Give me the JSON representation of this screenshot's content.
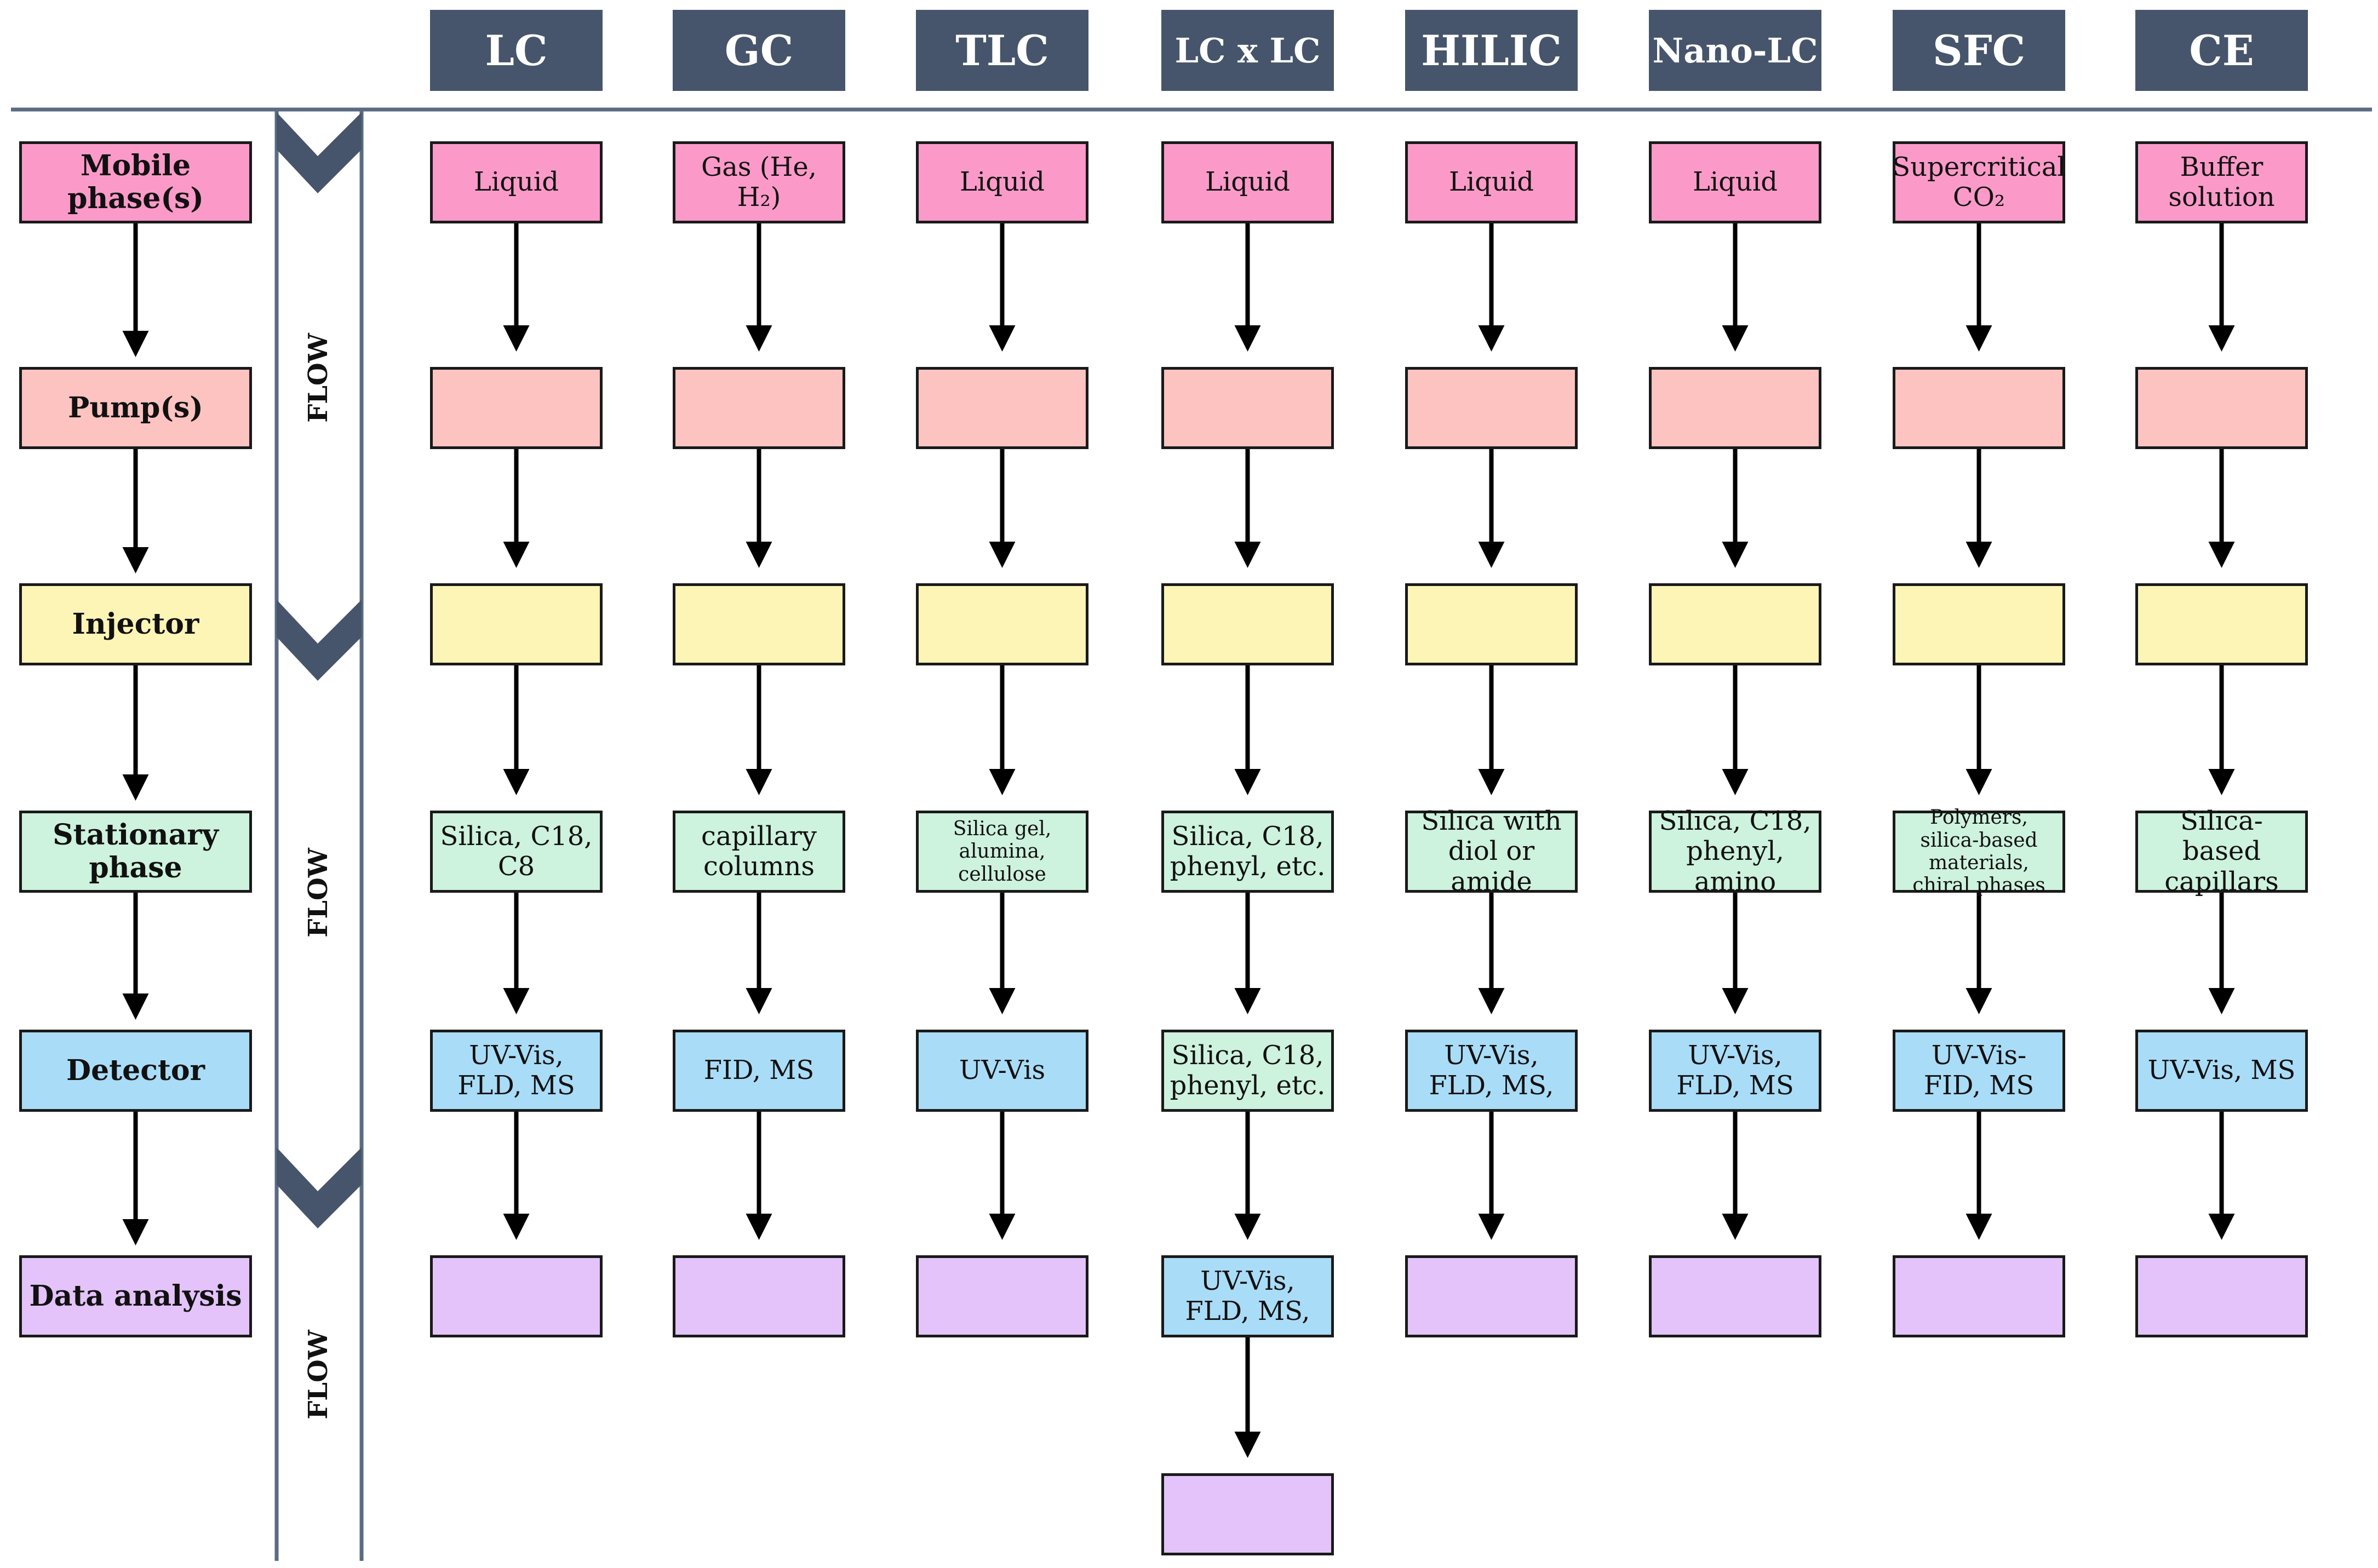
{
  "colors": {
    "header_bg": "#46556b",
    "axis_line": "#5a6b82",
    "mobile": "#fb9ac8",
    "pump": "#fdc3c1",
    "injector": "#fdf5b6",
    "stationary": "#cdf2dd",
    "detector": "#a9dcf7",
    "data": "#e3c3fa"
  },
  "headers": [
    "LC",
    "GC",
    "TLC",
    "LC x LC",
    "HILIC",
    "Nano-LC",
    "SFC",
    "CE"
  ],
  "row_labels": [
    {
      "text": "Mobile phase(s)",
      "color": "mobile"
    },
    {
      "text": "Pump(s)",
      "color": "pump"
    },
    {
      "text": "Injector",
      "color": "injector"
    },
    {
      "text": "Stationary phase",
      "color": "stationary"
    },
    {
      "text": "Detector",
      "color": "detector"
    },
    {
      "text": "Data analysis",
      "color": "data"
    }
  ],
  "flow_label": "FLOW",
  "columns": [
    {
      "cells": [
        {
          "color": "mobile",
          "text": "Liquid"
        },
        {
          "color": "pump",
          "text": ""
        },
        {
          "color": "injector",
          "text": ""
        },
        {
          "color": "stationary",
          "text": "Silica, C18, C8"
        },
        {
          "color": "detector",
          "text": "UV-Vis, FLD, MS"
        },
        {
          "color": "data",
          "text": ""
        }
      ]
    },
    {
      "cells": [
        {
          "color": "mobile",
          "text": "Gas (He, H₂)"
        },
        {
          "color": "pump",
          "text": ""
        },
        {
          "color": "injector",
          "text": ""
        },
        {
          "color": "stationary",
          "text": "capillary columns"
        },
        {
          "color": "detector",
          "text": "FID, MS"
        },
        {
          "color": "data",
          "text": ""
        }
      ]
    },
    {
      "cells": [
        {
          "color": "mobile",
          "text": "Liquid"
        },
        {
          "color": "pump",
          "text": ""
        },
        {
          "color": "injector",
          "text": ""
        },
        {
          "color": "stationary",
          "text": "Silica gel, alumina, cellulose",
          "small": true
        },
        {
          "color": "detector",
          "text": "UV-Vis"
        },
        {
          "color": "data",
          "text": ""
        }
      ]
    },
    {
      "cells": [
        {
          "color": "mobile",
          "text": "Liquid"
        },
        {
          "color": "pump",
          "text": ""
        },
        {
          "color": "injector",
          "text": ""
        },
        {
          "color": "stationary",
          "text": "Silica, C18, phenyl, etc."
        },
        {
          "color": "stationary",
          "text": "Silica, C18, phenyl, etc."
        },
        {
          "color": "detector",
          "text": "UV-Vis, FLD, MS,"
        },
        {
          "color": "data",
          "text": ""
        }
      ]
    },
    {
      "cells": [
        {
          "color": "mobile",
          "text": "Liquid"
        },
        {
          "color": "pump",
          "text": ""
        },
        {
          "color": "injector",
          "text": ""
        },
        {
          "color": "stationary",
          "text": "Silica with diol or amide"
        },
        {
          "color": "detector",
          "text": "UV-Vis, FLD, MS,"
        },
        {
          "color": "data",
          "text": ""
        }
      ]
    },
    {
      "cells": [
        {
          "color": "mobile",
          "text": "Liquid"
        },
        {
          "color": "pump",
          "text": ""
        },
        {
          "color": "injector",
          "text": ""
        },
        {
          "color": "stationary",
          "text": "Silica, C18, phenyl, amino"
        },
        {
          "color": "detector",
          "text": "UV-Vis, FLD, MS"
        },
        {
          "color": "data",
          "text": ""
        }
      ]
    },
    {
      "cells": [
        {
          "color": "mobile",
          "text": "Supercritical CO₂"
        },
        {
          "color": "pump",
          "text": ""
        },
        {
          "color": "injector",
          "text": ""
        },
        {
          "color": "stationary",
          "text": "Polymers, silica-based materials, chiral phases",
          "small": true
        },
        {
          "color": "detector",
          "text": "UV-Vis- FID, MS"
        },
        {
          "color": "data",
          "text": ""
        }
      ]
    },
    {
      "cells": [
        {
          "color": "mobile",
          "text": "Buffer solution"
        },
        {
          "color": "pump",
          "text": ""
        },
        {
          "color": "injector",
          "text": ""
        },
        {
          "color": "stationary",
          "text": "Silica-based capillars"
        },
        {
          "color": "detector",
          "text": "UV-Vis, MS"
        },
        {
          "color": "data",
          "text": ""
        }
      ]
    }
  ]
}
